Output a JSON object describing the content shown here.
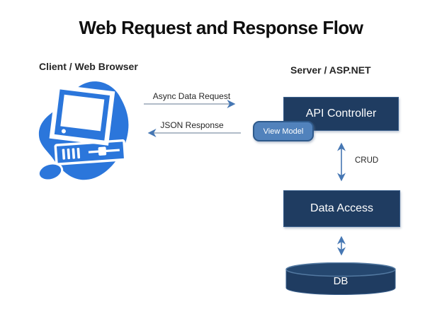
{
  "title": "Web Request and Response Flow",
  "sections": {
    "client_label": "Client / Web Browser",
    "server_label": "Server / ASP.NET"
  },
  "nodes": {
    "api_controller": "API Controller",
    "view_model": "View Model",
    "data_access": "Data Access",
    "db": "DB"
  },
  "edges": [
    {
      "id": "async_request",
      "label": "Async Data Request",
      "from": "client",
      "to": "api_controller",
      "direction": "right"
    },
    {
      "id": "json_response",
      "label": "JSON Response",
      "from": "view_model",
      "to": "client",
      "direction": "left"
    },
    {
      "id": "crud",
      "label": "CRUD",
      "from": "api_controller",
      "to": "data_access",
      "direction": "both"
    },
    {
      "id": "db_link",
      "label": "",
      "from": "data_access",
      "to": "db",
      "direction": "both"
    }
  ],
  "icons": {
    "client_icon": "computer-clipart"
  },
  "colors": {
    "background": "#FFFFFF",
    "title_text": "#0E0E0E",
    "label_text": "#262626",
    "clipart_blue": "#2B76DB",
    "box_navy": "#1F3C61",
    "box_border": "#3A5F8C",
    "box_text": "#FFFFFF",
    "bubble_fill": "#5182BC",
    "bubble_border": "#2F5A8B",
    "arrow_line_gray": "#97A5B6",
    "arrow_blue": "#4677B3",
    "db_top_fill": "#25476F",
    "db_top_stroke": "#5379A1"
  }
}
